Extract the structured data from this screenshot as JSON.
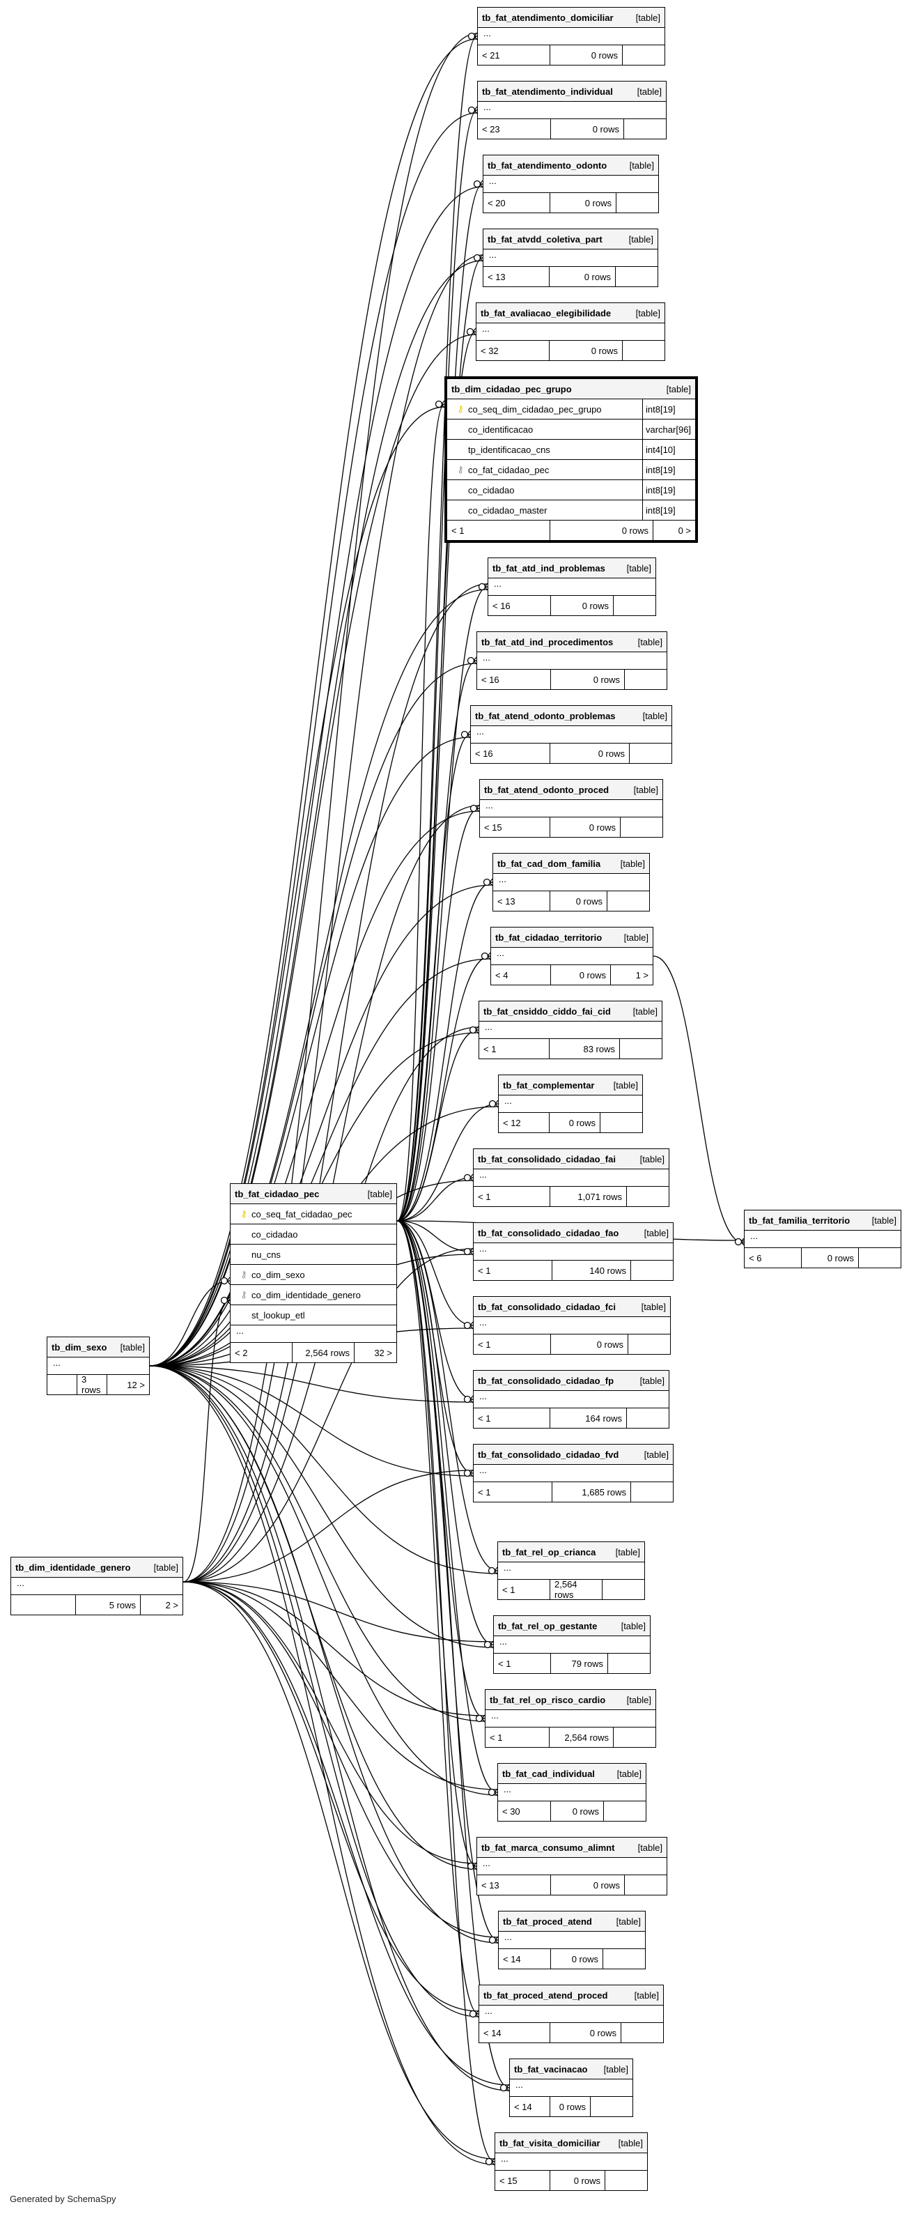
{
  "credit": "Generated by SchemaSpy",
  "type_label": "[table]",
  "ellipsis": "...",
  "tables": [
    {
      "name": "tb_fat_atendimento_domiciliar",
      "parents": "< 21",
      "rows": "0 rows",
      "children": ""
    },
    {
      "name": "tb_fat_atendimento_individual",
      "parents": "< 23",
      "rows": "0 rows",
      "children": ""
    },
    {
      "name": "tb_fat_atendimento_odonto",
      "parents": "< 20",
      "rows": "0 rows",
      "children": ""
    },
    {
      "name": "tb_fat_atvdd_coletiva_part",
      "parents": "< 13",
      "rows": "0 rows",
      "children": ""
    },
    {
      "name": "tb_fat_avaliacao_elegibilidade",
      "parents": "< 32",
      "rows": "0 rows",
      "children": ""
    },
    {
      "name": "tb_dim_cidadao_pec_grupo",
      "parents": "< 1",
      "rows": "0 rows",
      "children": "0 >",
      "columns": [
        {
          "name": "co_seq_dim_cidadao_pec_grupo",
          "type": "int8[19]",
          "key": "pk"
        },
        {
          "name": "co_identificacao",
          "type": "varchar[96]",
          "key": ""
        },
        {
          "name": "tp_identificacao_cns",
          "type": "int4[10]",
          "key": ""
        },
        {
          "name": "co_fat_cidadao_pec",
          "type": "int8[19]",
          "key": "fk"
        },
        {
          "name": "co_cidadao",
          "type": "int8[19]",
          "key": ""
        },
        {
          "name": "co_cidadao_master",
          "type": "int8[19]",
          "key": ""
        }
      ]
    },
    {
      "name": "tb_fat_atd_ind_problemas",
      "parents": "< 16",
      "rows": "0 rows",
      "children": ""
    },
    {
      "name": "tb_fat_atd_ind_procedimentos",
      "parents": "< 16",
      "rows": "0 rows",
      "children": ""
    },
    {
      "name": "tb_fat_atend_odonto_problemas",
      "parents": "< 16",
      "rows": "0 rows",
      "children": ""
    },
    {
      "name": "tb_fat_atend_odonto_proced",
      "parents": "< 15",
      "rows": "0 rows",
      "children": ""
    },
    {
      "name": "tb_fat_cad_dom_familia",
      "parents": "< 13",
      "rows": "0 rows",
      "children": ""
    },
    {
      "name": "tb_fat_cidadao_territorio",
      "parents": "< 4",
      "rows": "0 rows",
      "children": "1 >"
    },
    {
      "name": "tb_fat_cnsiddo_ciddo_fai_cid",
      "parents": "< 1",
      "rows": "83 rows",
      "children": ""
    },
    {
      "name": "tb_fat_complementar",
      "parents": "< 12",
      "rows": "0 rows",
      "children": ""
    },
    {
      "name": "tb_fat_consolidado_cidadao_fai",
      "parents": "< 1",
      "rows": "1,071 rows",
      "children": ""
    },
    {
      "name": "tb_fat_consolidado_cidadao_fao",
      "parents": "< 1",
      "rows": "140 rows",
      "children": ""
    },
    {
      "name": "tb_fat_consolidado_cidadao_fci",
      "parents": "< 1",
      "rows": "0 rows",
      "children": ""
    },
    {
      "name": "tb_fat_consolidado_cidadao_fp",
      "parents": "< 1",
      "rows": "164 rows",
      "children": ""
    },
    {
      "name": "tb_fat_consolidado_cidadao_fvd",
      "parents": "< 1",
      "rows": "1,685 rows",
      "children": ""
    },
    {
      "name": "tb_fat_rel_op_crianca",
      "parents": "< 1",
      "rows": "2,564 rows",
      "children": ""
    },
    {
      "name": "tb_fat_rel_op_gestante",
      "parents": "< 1",
      "rows": "79 rows",
      "children": ""
    },
    {
      "name": "tb_fat_rel_op_risco_cardio",
      "parents": "< 1",
      "rows": "2,564 rows",
      "children": ""
    },
    {
      "name": "tb_fat_cad_individual",
      "parents": "< 30",
      "rows": "0 rows",
      "children": ""
    },
    {
      "name": "tb_fat_marca_consumo_alimnt",
      "parents": "< 13",
      "rows": "0 rows",
      "children": ""
    },
    {
      "name": "tb_fat_proced_atend",
      "parents": "< 14",
      "rows": "0 rows",
      "children": ""
    },
    {
      "name": "tb_fat_proced_atend_proced",
      "parents": "< 14",
      "rows": "0 rows",
      "children": ""
    },
    {
      "name": "tb_fat_vacinacao",
      "parents": "< 14",
      "rows": "0 rows",
      "children": ""
    },
    {
      "name": "tb_fat_visita_domiciliar",
      "parents": "< 15",
      "rows": "0 rows",
      "children": ""
    },
    {
      "name": "tb_fat_cidadao_pec",
      "parents": "< 2",
      "rows": "2,564 rows",
      "children": "32 >",
      "columns": [
        {
          "name": "co_seq_fat_cidadao_pec",
          "type": "",
          "key": "pk"
        },
        {
          "name": "co_cidadao",
          "type": "",
          "key": ""
        },
        {
          "name": "nu_cns",
          "type": "",
          "key": ""
        },
        {
          "name": "co_dim_sexo",
          "type": "",
          "key": "fk"
        },
        {
          "name": "co_dim_identidade_genero",
          "type": "",
          "key": "fk"
        },
        {
          "name": "st_lookup_etl",
          "type": "",
          "key": ""
        }
      ]
    },
    {
      "name": "tb_dim_sexo",
      "parents": "",
      "rows": "3 rows",
      "children": "12 >"
    },
    {
      "name": "tb_dim_identidade_genero",
      "parents": "",
      "rows": "5 rows",
      "children": "2 >"
    },
    {
      "name": "tb_fat_familia_territorio",
      "parents": "< 6",
      "rows": "0 rows",
      "children": ""
    }
  ]
}
